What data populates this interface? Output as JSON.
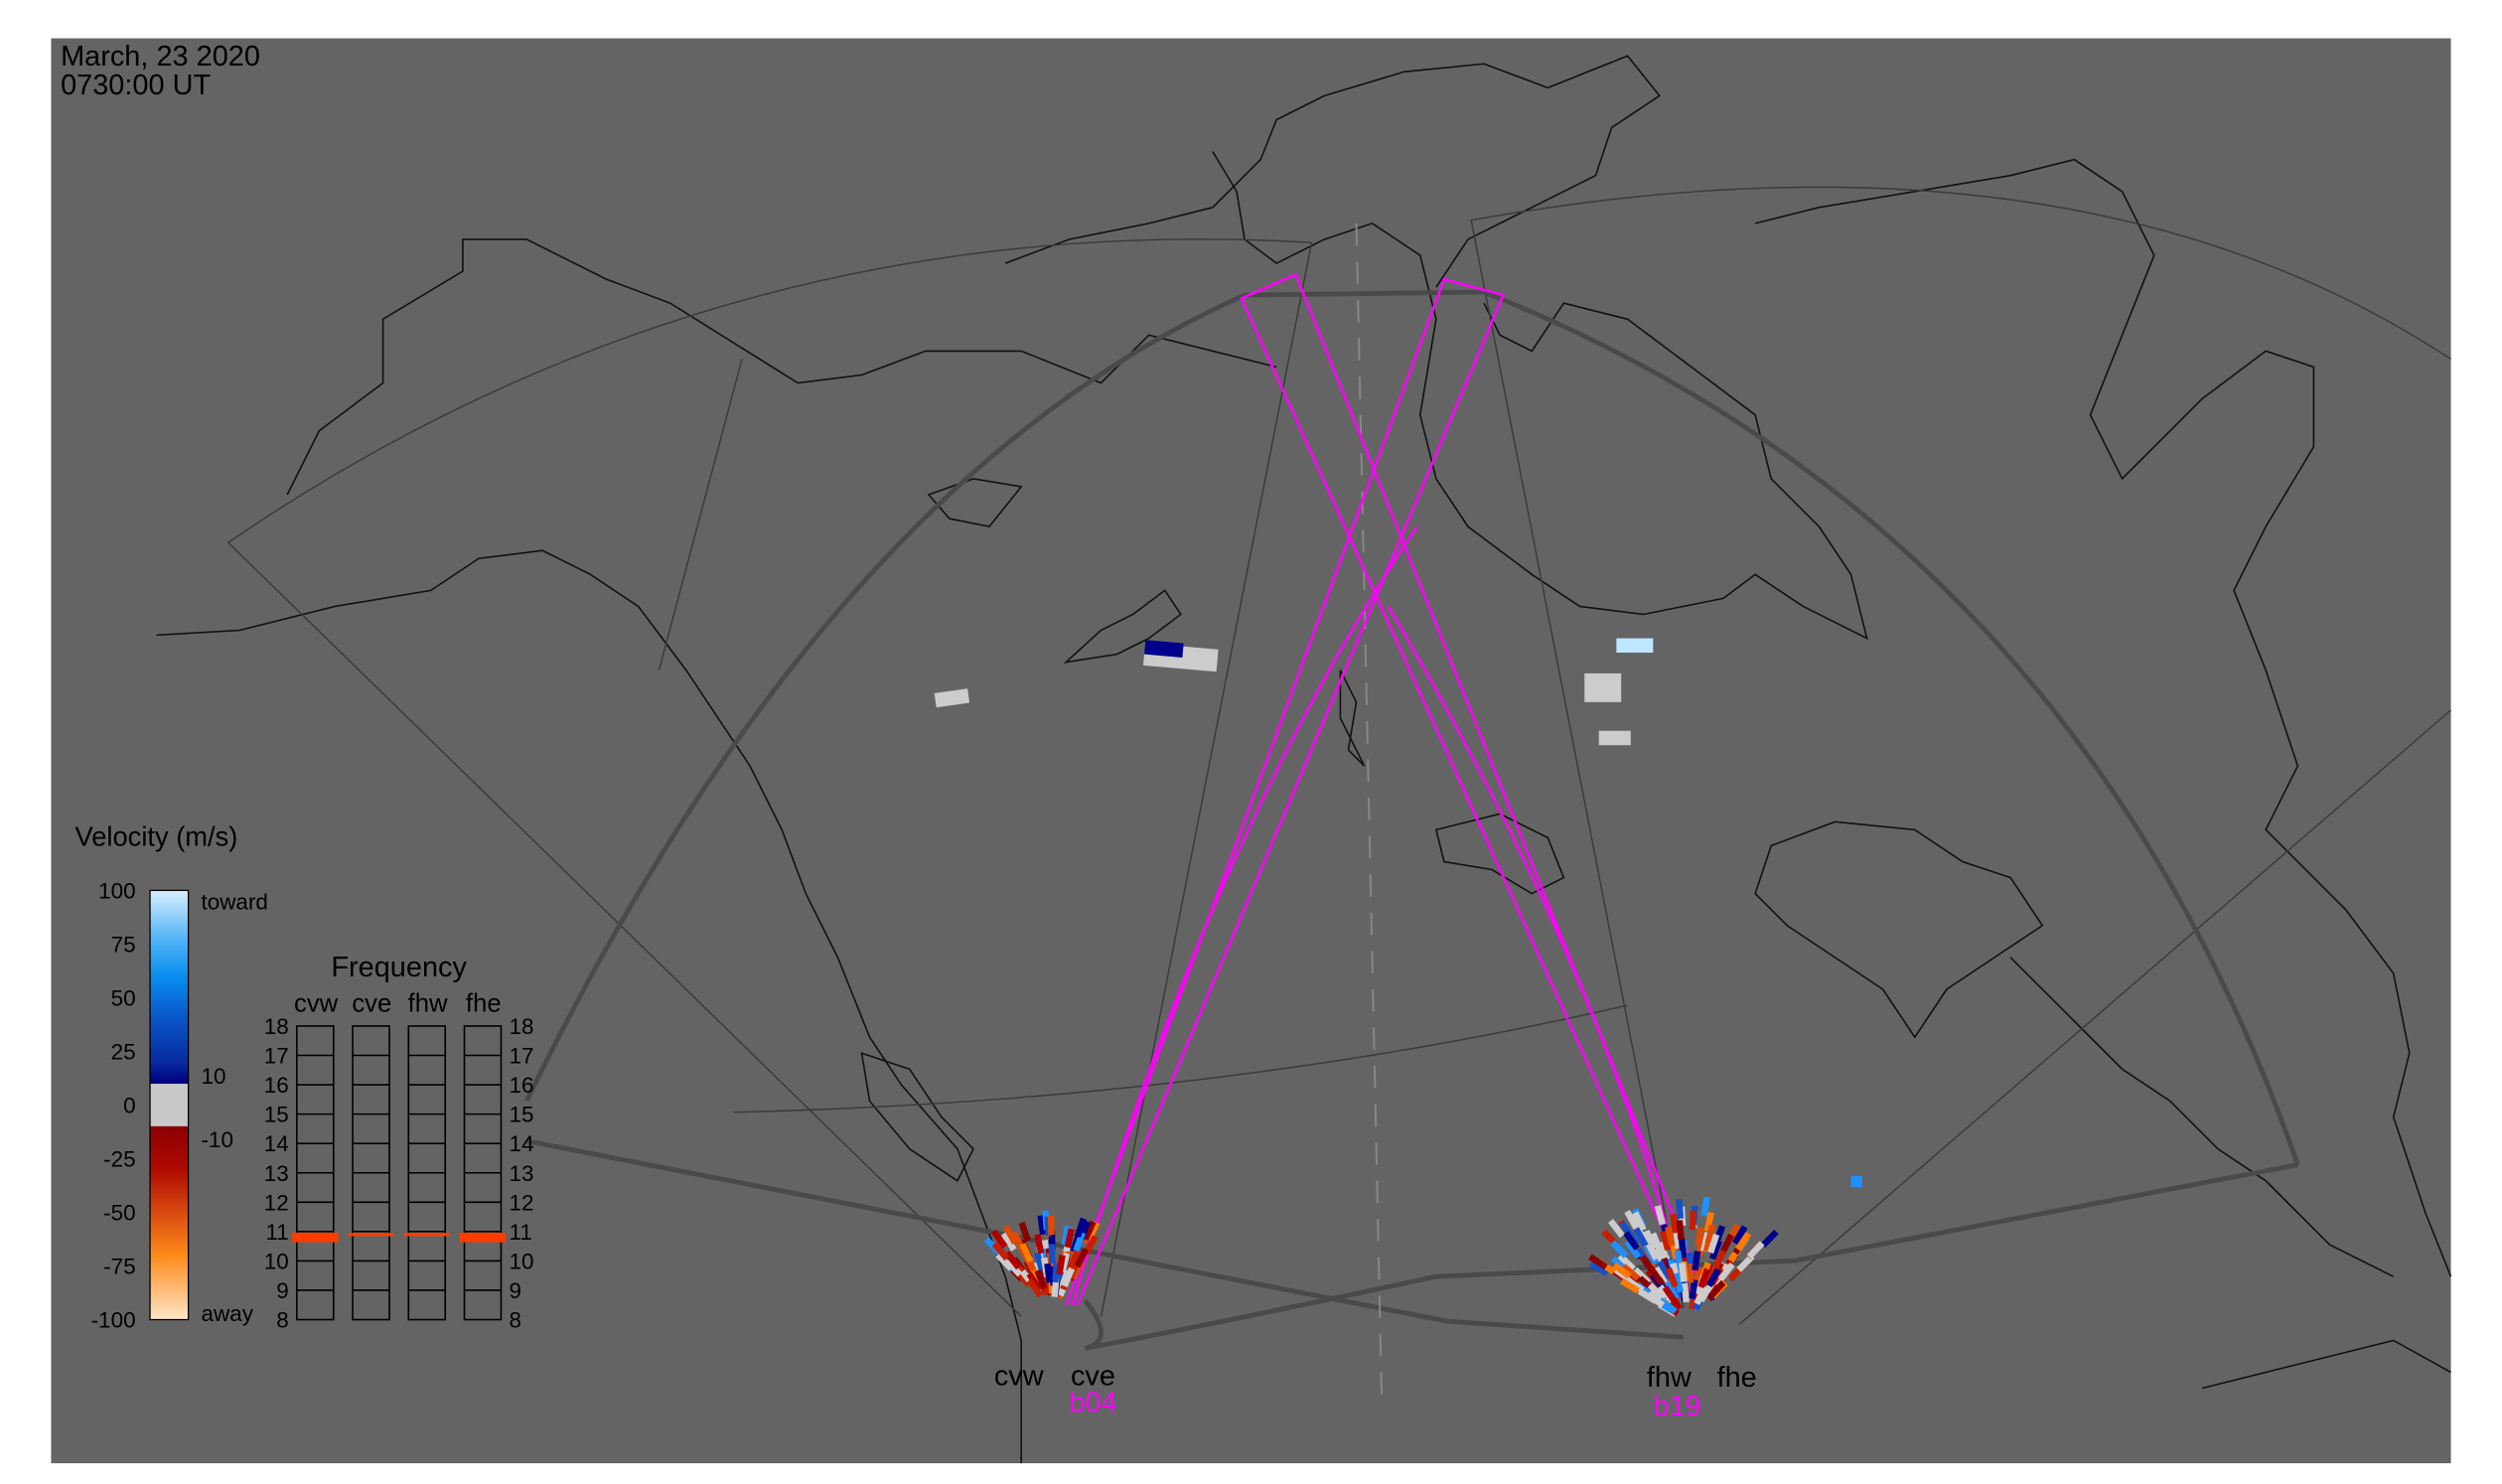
{
  "header": {
    "date": "March, 23 2020",
    "time": "0730:00 UT"
  },
  "colors": {
    "background": "#646464",
    "beam": "#ff00ff",
    "frequency_mark": "#ff3c00"
  },
  "velocity_legend": {
    "title": "Velocity (m/s)",
    "ticks": [
      "100",
      "75",
      "50",
      "25",
      "0",
      "-25",
      "-50",
      "-75",
      "-100"
    ],
    "toward_label": "toward",
    "away_label": "away",
    "threshold_high": "10",
    "threshold_low": "-10"
  },
  "frequency_panel": {
    "title": "Frequency",
    "radars": [
      "cvw",
      "cve",
      "fhw",
      "fhe"
    ],
    "ticks": [
      "18",
      "17",
      "16",
      "15",
      "14",
      "13",
      "12",
      "11",
      "10",
      "9",
      "8"
    ],
    "frequencies_mhz": {
      "cvw": 10.8,
      "cve": 10.9,
      "fhw": 10.9,
      "fhe": 10.8
    }
  },
  "stations": {
    "christmas_valley": {
      "west": "cvw",
      "east": "cve",
      "beam": "b04"
    },
    "fort_hays": {
      "west": "fhw",
      "east": "fhe",
      "beam": "b19"
    }
  }
}
